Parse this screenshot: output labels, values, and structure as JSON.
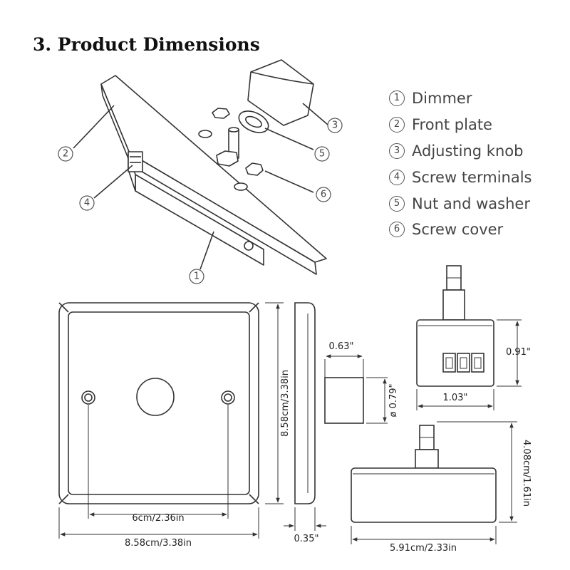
{
  "title": "3. Product Dimensions",
  "legend": [
    {
      "num": "1",
      "label": "Dimmer"
    },
    {
      "num": "2",
      "label": "Front plate"
    },
    {
      "num": "3",
      "label": "Adjusting knob"
    },
    {
      "num": "4",
      "label": "Screw terminals"
    },
    {
      "num": "5",
      "label": "Nut and washer"
    },
    {
      "num": "6",
      "label": "Screw cover"
    }
  ],
  "dimensions": {
    "hole_spacing": "6cm/2.36in",
    "plate_width": "8.58cm/3.38in",
    "plate_height": "8.58cm/3.38in",
    "plate_thickness": "0.35\"",
    "knob_width": "0.63\"",
    "knob_diameter": "ø 0.79\"",
    "dimmer_height": "0.91\"",
    "dimmer_width": "1.03\"",
    "dimmer_depth": "4.08cm/1.61in",
    "dimmer_length": "5.91cm/2.33in"
  },
  "colors": {
    "line": "#333333",
    "fill": "#ffffff"
  }
}
